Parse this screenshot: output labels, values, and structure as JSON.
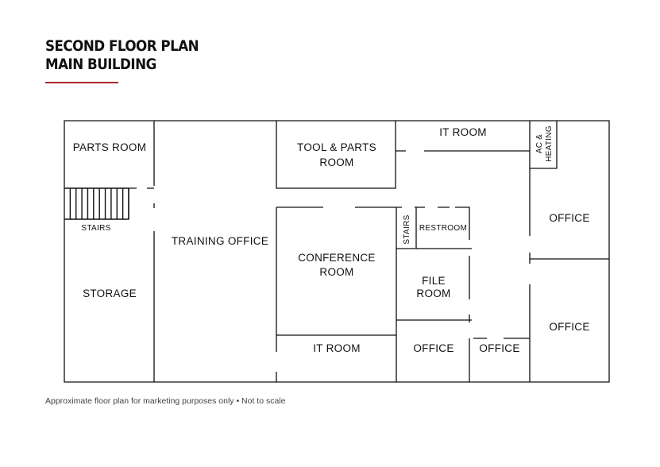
{
  "header": {
    "title_line1": "SECOND FLOOR PLAN",
    "title_line2": "MAIN BUILDING"
  },
  "colors": {
    "accent": "#b3262a",
    "wall": "#111111"
  },
  "rooms": {
    "parts_room": "PARTS ROOM",
    "stairs_left": "STAIRS",
    "storage": "STORAGE",
    "training_office": "TRAINING OFFICE",
    "tool_parts_line1": "TOOL & PARTS",
    "tool_parts_line2": "ROOM",
    "it_room_top": "IT ROOM",
    "ac_heating_line1": "AC &",
    "ac_heating_line2": "HEATING",
    "office_right_upper": "OFFICE",
    "office_right_lower": "OFFICE",
    "stairs_center": "STAIRS",
    "restroom": "RESTROOM",
    "conference_line1": "CONFERENCE",
    "conference_line2": "ROOM",
    "file_room_line1": "FILE",
    "file_room_line2": "ROOM",
    "it_room_bottom": "IT ROOM",
    "office_bottom_1": "OFFICE",
    "office_bottom_2": "OFFICE"
  },
  "footer": {
    "disclaimer": "Approximate floor plan for marketing purposes only • Not to scale"
  }
}
